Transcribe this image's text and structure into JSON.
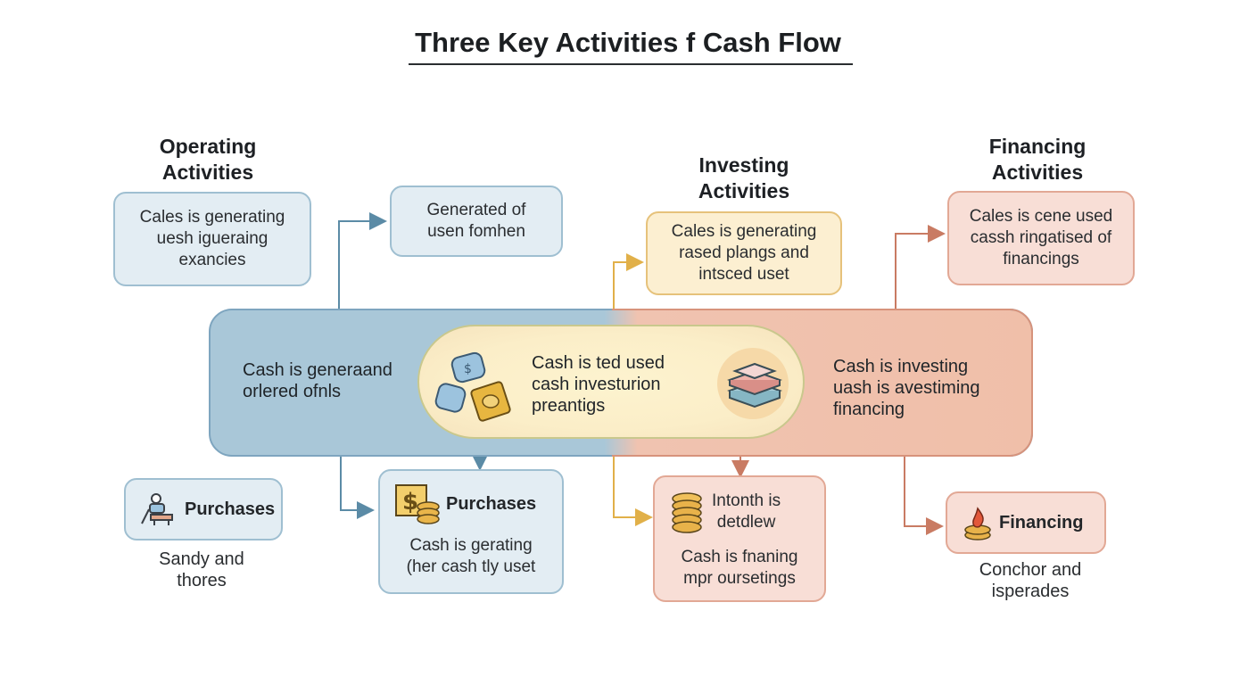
{
  "title": "Three Key Activities f Cash Flow",
  "headings": {
    "operating": [
      "Operating",
      "Activities"
    ],
    "investing": [
      "Investing",
      "Activities"
    ],
    "financing": [
      "Financing",
      "Activities"
    ]
  },
  "top_boxes": {
    "operating": [
      "Cales is generating",
      "uesh igueraing",
      "exancies"
    ],
    "generated": [
      "Generated of",
      "usen fomhen"
    ],
    "investing": [
      "Cales is generating",
      "rased plangs and",
      "intsced uset"
    ],
    "financing": [
      "Cales is cene used",
      "cassh ringatised of",
      "financings"
    ]
  },
  "band": {
    "left": [
      "Cash is generaand",
      "orlered ofnls"
    ],
    "center": [
      "Cash is ted used",
      "cash investurion",
      "preantigs"
    ],
    "right": [
      "Cash is investing",
      "uash is avestiming",
      "financing"
    ]
  },
  "bottom": {
    "purchases_small_label": "Purchases",
    "purchases_small_caption": [
      "Sandy and",
      "thores"
    ],
    "purchases_label": "Purchases",
    "purchases_text": [
      "Cash is gerating",
      "(her cash tly uset"
    ],
    "intonth_label": [
      "Intonth is",
      "detdlew"
    ],
    "intonth_text": [
      "Cash is fnaning",
      "mpr oursetings"
    ],
    "financing_label": "Financing",
    "financing_caption": [
      "Conchor and",
      "isperades"
    ]
  },
  "icons": {
    "operating_icon": "person-at-desk-icon",
    "money_stack_icon": "money-stack-icon",
    "coin_stack_icon": "coin-stack-icon",
    "ledger_icon": "ledger-stack-icon",
    "dollar_icon": "dollar-sign-icon",
    "fire_icon": "fire-coins-icon"
  },
  "colors": {
    "operating": "#a9c7d8",
    "investing": "#fcefd1",
    "financing": "#f0c3b0",
    "arrow_blue": "#5b8ba6",
    "arrow_yellow": "#e1b049",
    "arrow_peach": "#c97b63"
  }
}
